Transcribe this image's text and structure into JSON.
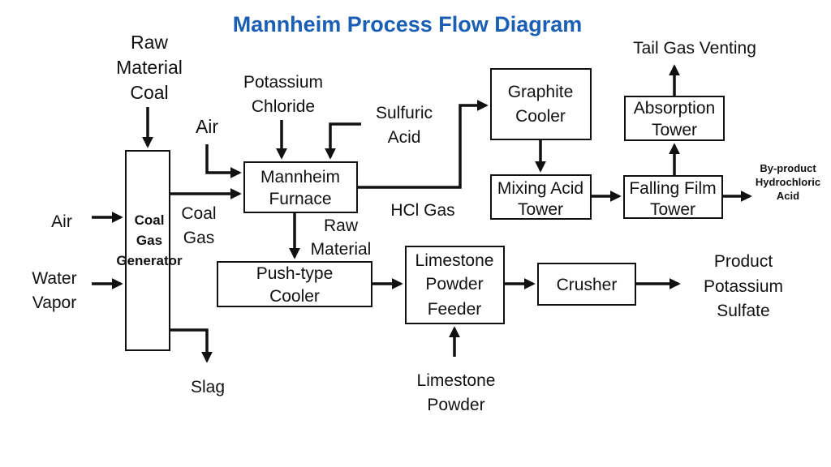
{
  "title": "Mannheim Process Flow Diagram",
  "nodes": {
    "coal_gas_generator": [
      "Coal",
      "Gas",
      "Generator"
    ],
    "mannheim_furnace": [
      "Mannheim",
      "Furnace"
    ],
    "push_type_cooler": [
      "Push-type",
      "Cooler"
    ],
    "limestone_powder_feeder": [
      "Limestone",
      "Powder",
      "Feeder"
    ],
    "crusher": [
      "Crusher"
    ],
    "graphite_cooler": [
      "Graphite",
      "Cooler"
    ],
    "mixing_acid_tower": [
      "Mixing Acid",
      "Tower"
    ],
    "falling_film_tower": [
      "Falling Film",
      "Tower"
    ],
    "absorption_tower": [
      "Absorption",
      "Tower"
    ]
  },
  "labels": {
    "raw_material_coal": [
      "Raw",
      "Material",
      "Coal"
    ],
    "potassium_chloride": [
      "Potassium",
      "Chloride"
    ],
    "sulfuric_acid": [
      "Sulfuric",
      "Acid"
    ],
    "air_furnace": [
      "Air"
    ],
    "air_generator": [
      "Air"
    ],
    "water_vapor": [
      "Water",
      "Vapor"
    ],
    "coal_gas": [
      "Coal",
      "Gas"
    ],
    "slag": [
      "Slag"
    ],
    "raw_material": [
      "Raw",
      "Material"
    ],
    "hcl_gas": [
      "HCl Gas"
    ],
    "limestone_powder": [
      "Limestone",
      "Powder"
    ],
    "product_potassium_sulfate": [
      "Product",
      "Potassium",
      "Sulfate"
    ],
    "tail_gas_venting": [
      "Tail Gas Venting"
    ],
    "byproduct_hcl": [
      "By-product",
      "Hydrochloric",
      "Acid"
    ]
  }
}
